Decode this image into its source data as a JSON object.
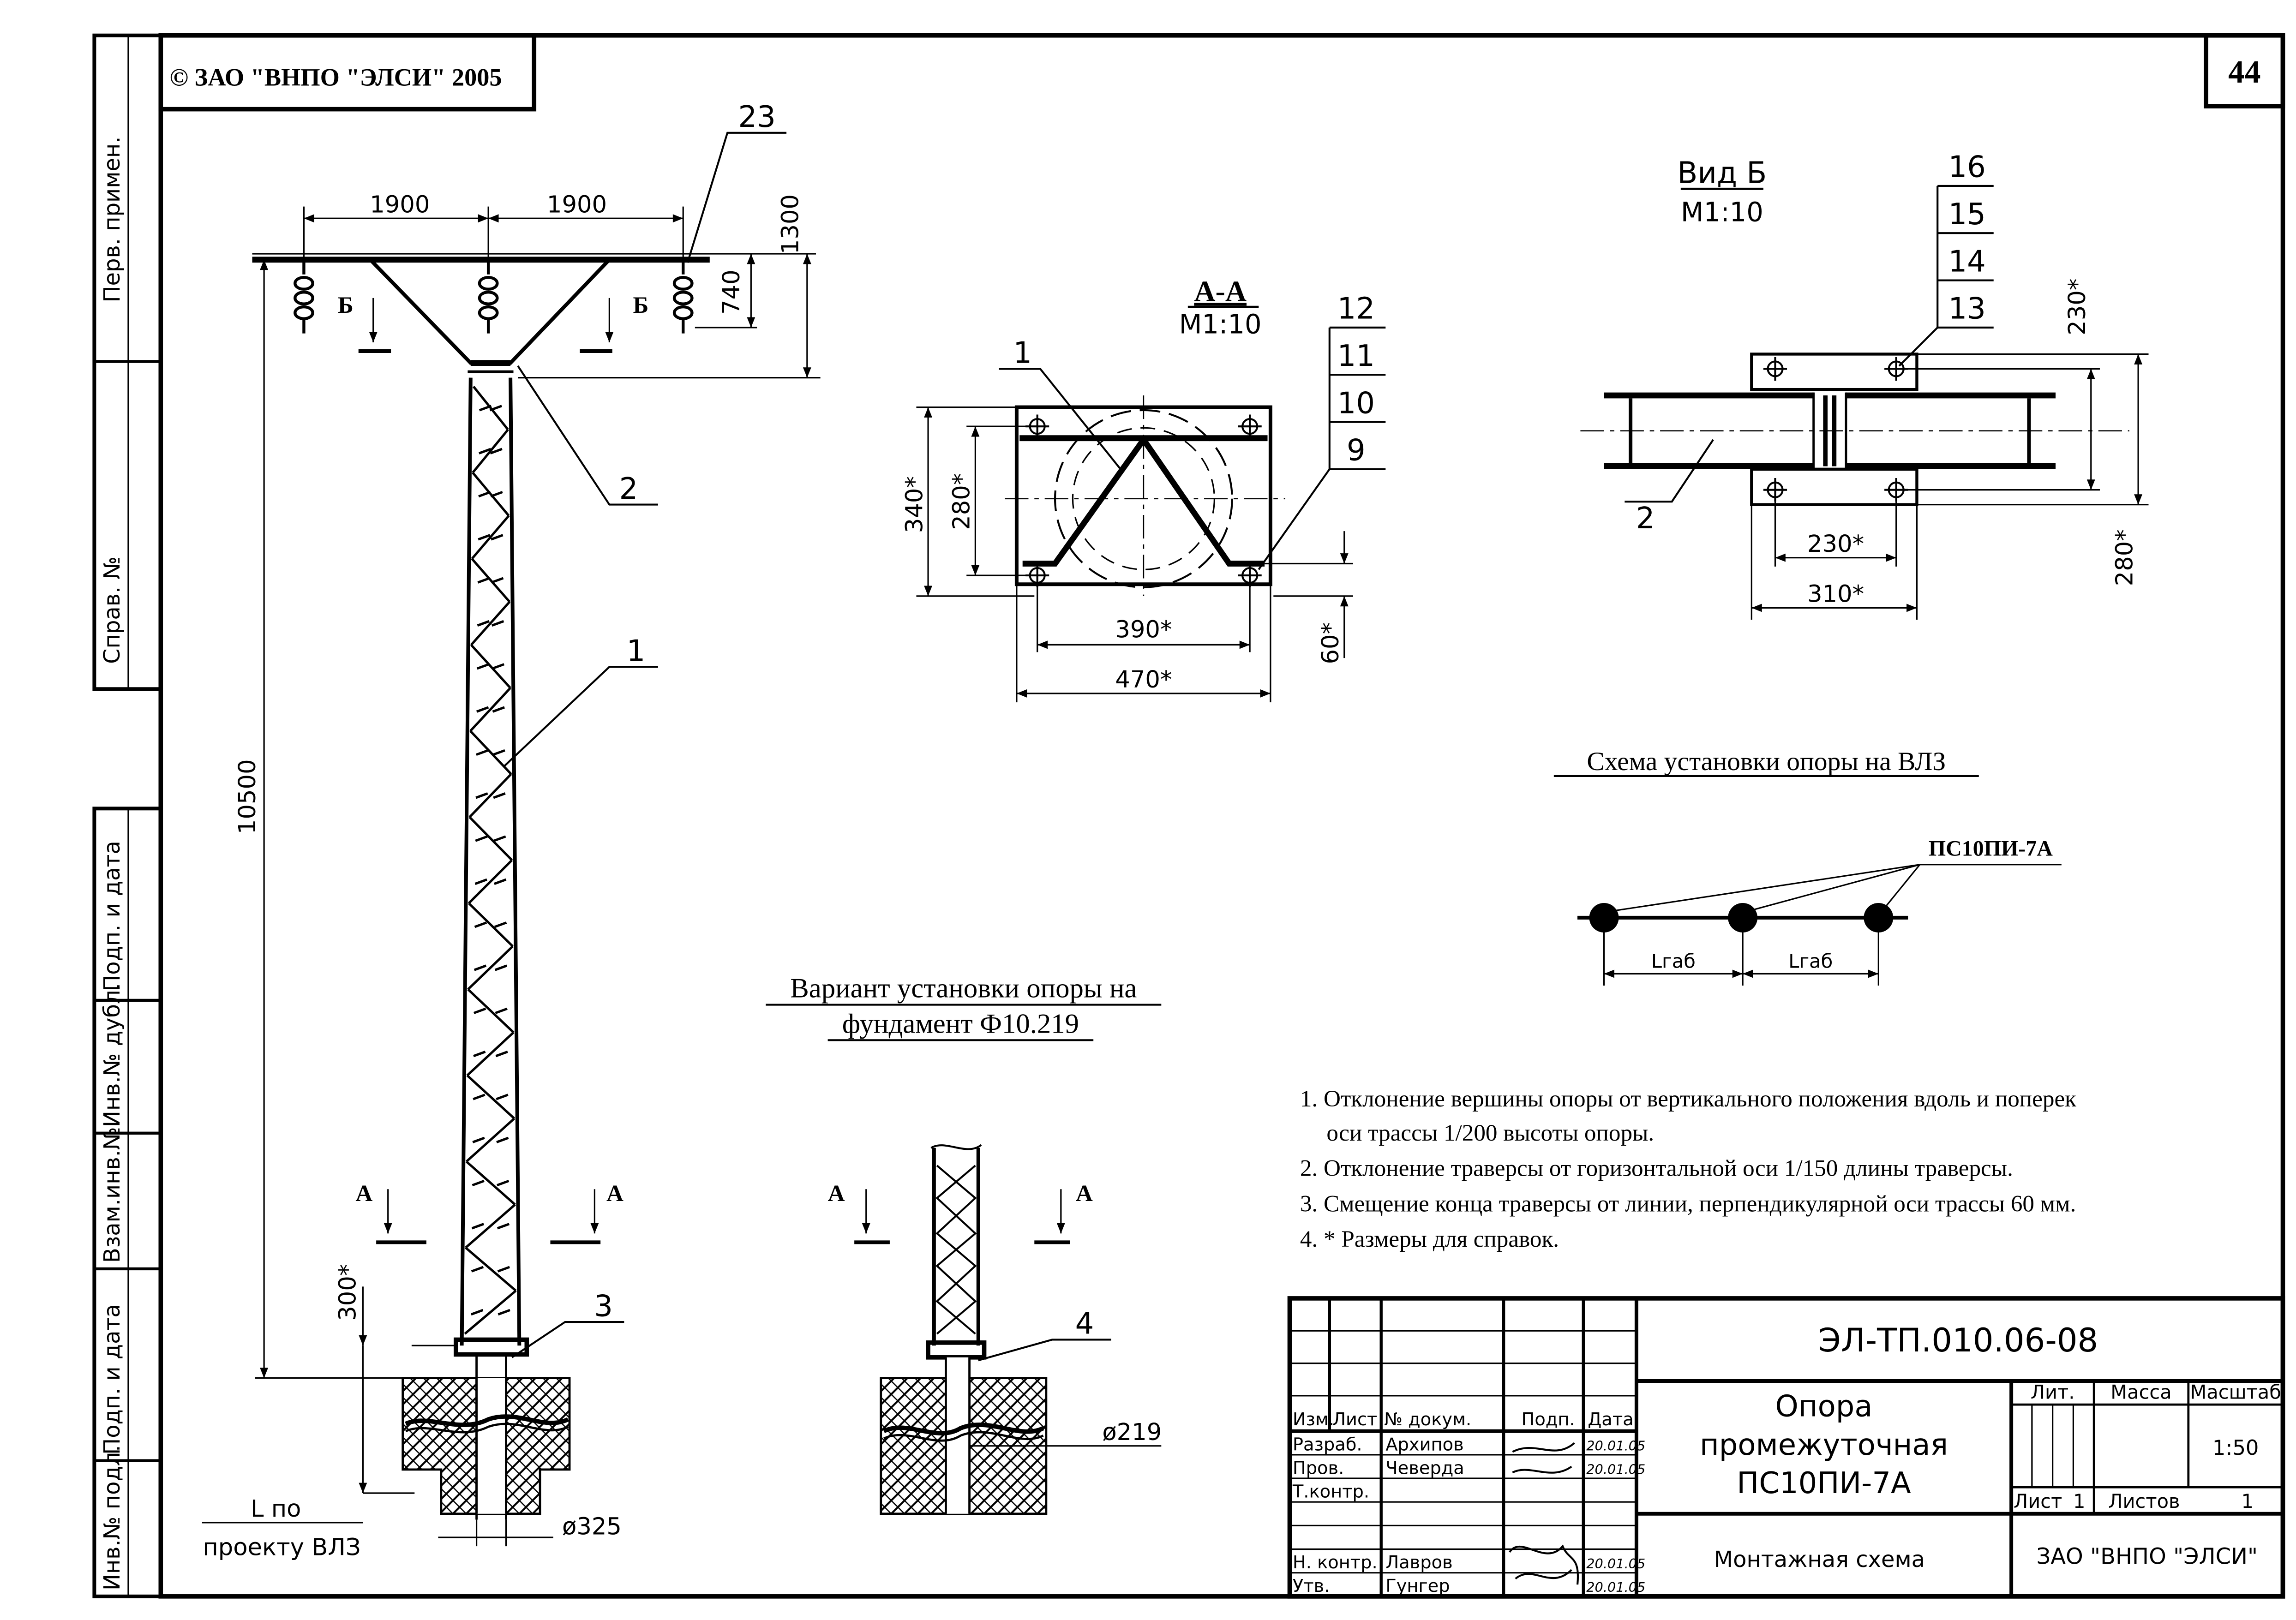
{
  "sheet": {
    "copyright": "© ЗАО \"ВНПО \"ЭЛСИ\" 2005",
    "sheet_number": "44"
  },
  "side_stamp": {
    "perv_primen": "Перв. примен.",
    "sprav_no": "Справ. №",
    "podp_data_1": "Подп. и дата",
    "inv_dubl": "Инв.№ дубл.",
    "vzam_inv": "Взам.инв.№",
    "podp_data_2": "Подп. и дата",
    "inv_podl": "Инв.№ подл."
  },
  "main_view": {
    "dims": {
      "half_span_left": "1900",
      "half_span_right": "1900",
      "d740": "740",
      "d1300": "1300",
      "height": "10500",
      "d300": "300*",
      "dia325": "ø325"
    },
    "callouts": {
      "c23": "23",
      "c2": "2",
      "c1": "1",
      "c3": "3"
    },
    "view_b_left": "Б",
    "view_b_right": "Б",
    "section_a_left": "А",
    "section_a_right": "А",
    "depth_line1": "L по",
    "depth_line2": "проекту ВЛЗ"
  },
  "section_aa": {
    "title": "А-А",
    "scale": "М1:10",
    "dims": {
      "d340": "340*",
      "d280": "280*",
      "d390": "390*",
      "d470": "470*",
      "d60": "60*"
    },
    "callouts": {
      "c1": "1",
      "c12": "12",
      "c11": "11",
      "c10": "10",
      "c9": "9"
    }
  },
  "view_b": {
    "title": "Вид Б",
    "scale": "М1:10",
    "dims": {
      "d230v": "230*",
      "d280v": "280*",
      "d230h": "230*",
      "d310h": "310*"
    },
    "callouts": {
      "c16": "16",
      "c15": "15",
      "c14": "14",
      "c13": "13",
      "c2": "2"
    }
  },
  "scheme": {
    "title": "Схема установки опоры на ВЛЗ",
    "label": "ПС10ПИ-7А",
    "span1": "Lгаб",
    "span2": "Lгаб"
  },
  "variant": {
    "title_line1": "Вариант установки опоры на",
    "title_line2": "фундамент Ф10.219",
    "section_left": "А",
    "section_right": "А",
    "callout": "4",
    "dia219": "ø219"
  },
  "notes": [
    "1. Отклонение вершины опоры от вертикального положения вдоль и поперек",
    "оси трассы 1/200 высоты опоры.",
    "2. Отклонение траверсы от горизонтальной оси 1/150 длины траверсы.",
    "3. Смещение конца траверсы от линии, перпендикулярной оси трассы 60 мм.",
    "4. * Размеры для справок."
  ],
  "title_block": {
    "doc_code": "ЭЛ-ТП.010.06-08",
    "name_line1": "Опора",
    "name_line2": "промежуточная",
    "name_line3": "ПС10ПИ-7А",
    "doc_type": "Монтажная схема",
    "lit_label": "Лит.",
    "mass_label": "Масса",
    "scale_label": "Масштаб",
    "scale_value": "1:50",
    "sheet_label": "Лист",
    "sheet_value": "1",
    "sheets_label": "Листов",
    "sheets_value": "1",
    "company": "ЗАО \"ВНПО \"ЭЛСИ\"",
    "col_izm": "Изм.",
    "col_list": "Лист",
    "col_doc": "№ докум.",
    "col_podp": "Подп.",
    "col_data": "Дата",
    "razrab_label": "Разраб.",
    "razrab_name": "Архипов",
    "prov_label": "Пров.",
    "prov_name": "Чеверда",
    "tkontr_label": "Т.контр.",
    "nkontr_label": "Н. контр.",
    "nkontr_name": "Лавров",
    "utv_label": "Утв.",
    "utv_name": "Гунгер",
    "date1": "20.01.05",
    "date2": "20.01.05",
    "date3": "20.01.05",
    "date4": "20.01.05"
  }
}
